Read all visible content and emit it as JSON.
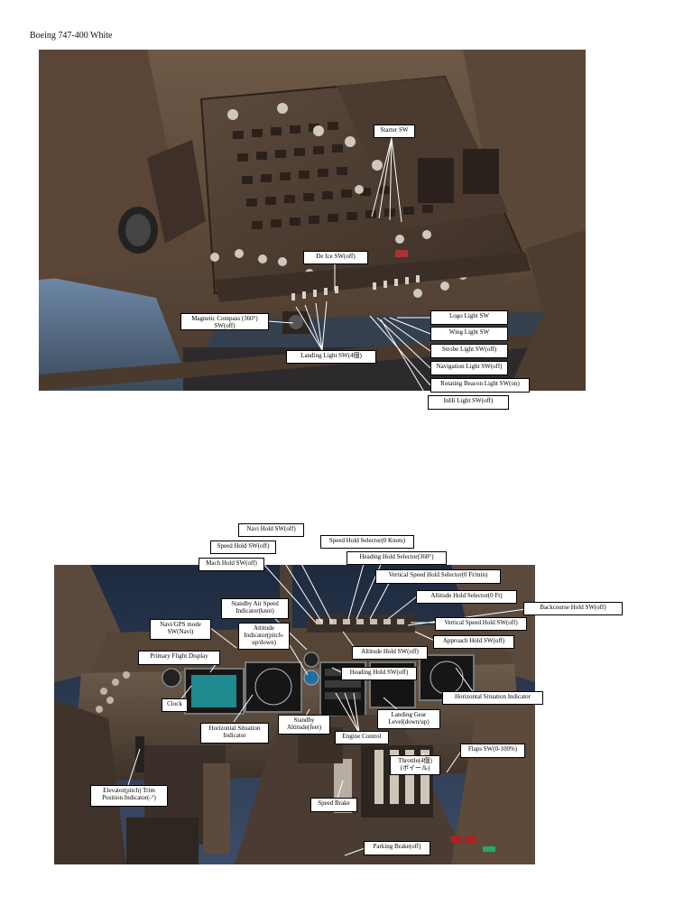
{
  "document": {
    "title": "Boeing 747-400 White"
  },
  "figures": {
    "overhead": {
      "labels": {
        "starter": "Starter SW",
        "deice": "De Ice SW(off)",
        "magnetic_compass": "Magnetic Compass (360°)\nSW(off)",
        "landing_light": "Landing Light SW(4個)",
        "logo_light": "Logo Light SW",
        "wing_light": "Wing Light SW",
        "strobe_light": "Strobe Light SW(off)",
        "navigation_light": "Navigation Light SW(off)",
        "rotating_beacon": "Rotating Beacon Light SW(on)",
        "inhi_light": "InHi Light SW(off)"
      }
    },
    "cockpit": {
      "labels": {
        "navi_hold": "Navi Hold SW(off)",
        "speed_hold": "Speed Hold SW(off)",
        "mach_hold": "Mach Hold SW(off)",
        "speed_hold_selector": "Speed Hold Selector(0 Knots)",
        "heading_hold_selector": "Heading Hold Selector(360°)",
        "vertical_speed_hold_selector": "Vertical Speed Hold Selector(0 Ft/min)",
        "altitude_hold_selector": "Altitude Hold Selector(0 Ft)",
        "backcourse_hold": "Backcourse Hold SW(off)",
        "vertical_speed_hold": "Vertical Speed Hold SW(off)",
        "approach_hold": "Approach Hold SW(off)",
        "altitude_hold": "Altitude Hold SW(off)",
        "heading_hold": "Heading Hold SW(off)",
        "standby_air_speed": "Standby Air Speed\nIndicator(knot)",
        "navi_gps_mode": "Navi/GPS mode\nSW(Navi)",
        "attitude_indicator": "Attitude\nIndicator(pitch-\nup/down)",
        "primary_flight_display": "Primary Flight Display",
        "clock": "Clock",
        "hsi_left": "Horizontal Situation\nIndicator",
        "standby_altitude": "Standby\nAltitude(feet)",
        "engine_control": "Engine Control",
        "landing_gear": "Landing Gear\nLevel(down/up)",
        "hsi_right": "Horizontal Situation Indicator",
        "flaps": "Flaps SW(0-100%)",
        "throttle": "Throttle(4個)\n(ボイール)",
        "elevator_trim": "Elevator(pitch) Trim\nPosition Indicator(-°)",
        "speed_brake": "Speed Brake",
        "parking_brake": "Parking Brake(off)"
      }
    }
  }
}
